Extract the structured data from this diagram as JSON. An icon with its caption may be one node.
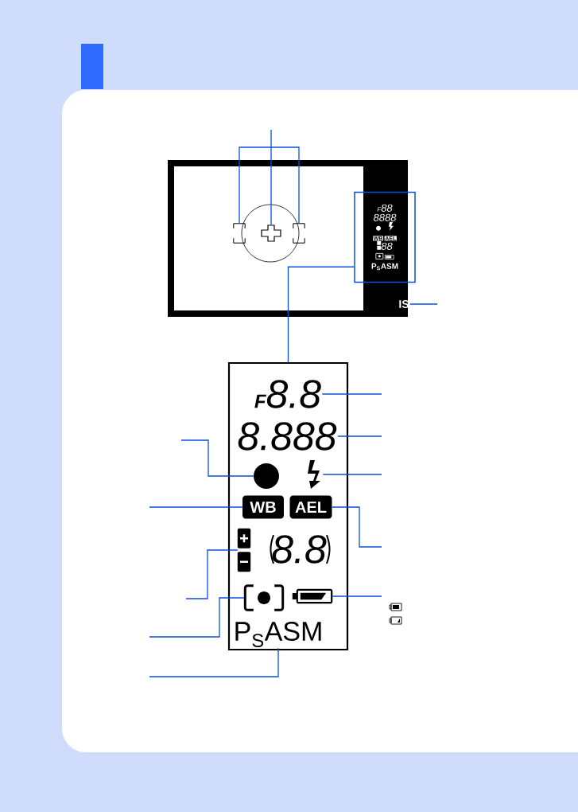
{
  "diagram": {
    "nodes": [
      {
        "text": [],
        "shape": "frame"
      },
      {
        "text": [],
        "shape": "frame"
      },
      {
        "text": [],
        "shape": "cross"
      },
      {
        "text": [
          "F",
          "88",
          "8888",
          "WB",
          "AEL",
          "88",
          "P$_{S}$ASM"
        ]
      },
      {
        "text": [
          "IS"
        ]
      },
      {
        "text": [],
        "shape": "box"
      },
      {
        "text": [
          "F",
          "8.8"
        ],
        "in": 5
      },
      {
        "text": [
          "8.888"
        ],
        "in": 5
      },
      {
        "text": [],
        "shape": "circle",
        "in": 5
      },
      {
        "text": [],
        "shape": "lightning",
        "in": 5
      },
      {
        "text": [
          "WB"
        ],
        "in": 5
      },
      {
        "text": [
          "AEL"
        ],
        "in": 5
      },
      {
        "text": [],
        "shape": "plus-minus",
        "in": 5
      },
      {
        "text": [
          "8.8"
        ],
        "in": 5
      },
      {
        "text": [],
        "shape": "brackets",
        "in": 5
      },
      {
        "text": [],
        "shape": "battery",
        "in": 5
      },
      {
        "text": [
          "P$_{S}$ASM"
        ],
        "in": 5
      }
    ],
    "edges": [
      {
        "from": null,
        "to": 2,
        "arrow": "none"
      },
      {
        "from": null,
        "to": 0,
        "arrow": "none"
      },
      {
        "from": null,
        "to": 1,
        "arrow": "none"
      },
      {
        "from": 3,
        "to": 5,
        "arrow": "none"
      },
      {
        "from": 4,
        "to": null,
        "arrow": "none"
      },
      {
        "from": 6,
        "to": null,
        "arrow": "none"
      },
      {
        "from": 7,
        "to": null,
        "arrow": "none"
      },
      {
        "from": 9,
        "to": null,
        "arrow": "none"
      },
      {
        "from": 11,
        "to": null,
        "arrow": "none"
      },
      {
        "from": 15,
        "to": null,
        "arrow": "none"
      },
      {
        "from": null,
        "to": 8,
        "arrow": "none"
      },
      {
        "from": null,
        "to": 10,
        "arrow": "none"
      },
      {
        "from": null,
        "to": 12,
        "arrow": "none"
      },
      {
        "from": null,
        "to": 14,
        "arrow": "none"
      },
      {
        "from": null,
        "to": 16,
        "arrow": "none"
      }
    ]
  }
}
